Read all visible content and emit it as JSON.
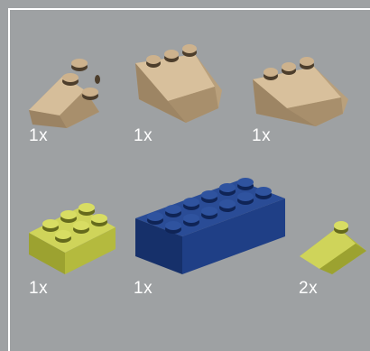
{
  "parts_panel": {
    "background_color": "#9ea1a3",
    "border_color": "#ffffff",
    "parts": [
      {
        "id": "slope-2x2-tan",
        "quantity": "1x",
        "color": "#c9ae8a",
        "icon": "slope-brick-2x2-icon"
      },
      {
        "id": "slope-3x3-tan-a",
        "quantity": "1x",
        "color": "#c9ae8a",
        "icon": "slope-brick-3x3-icon"
      },
      {
        "id": "slope-3x3-tan-b",
        "quantity": "1x",
        "color": "#c9ae8a",
        "icon": "slope-brick-3x3-icon"
      },
      {
        "id": "brick-2x3-lime",
        "quantity": "1x",
        "color": "#c3c84a",
        "icon": "brick-2x3-icon"
      },
      {
        "id": "brick-2x6-blue",
        "quantity": "1x",
        "color": "#1f3f86",
        "icon": "brick-2x6-icon"
      },
      {
        "id": "slope-1x2-lime",
        "quantity": "2x",
        "color": "#c3c84a",
        "icon": "slope-brick-1x2-icon"
      }
    ]
  }
}
